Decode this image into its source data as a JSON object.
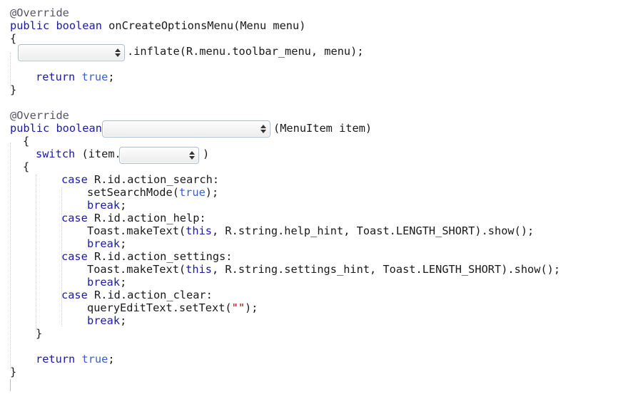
{
  "editor": {
    "l1": "@Override",
    "l2_kw": "public boolean",
    "l2_rest": " onCreateOptionsMenu(Menu menu)",
    "l3": "{",
    "l4_rest": ".inflate(R.menu.toolbar_menu, menu);",
    "l6_kw": "return",
    "l6_val": "true",
    "l6_end": ";",
    "l7": "}",
    "l9": "@Override",
    "l10_kw": "public boolean",
    "l10_rest": "(MenuItem item)",
    "l11": "{",
    "l12_kw": "switch",
    "l12_rest": " (item.",
    "l12_end": ")",
    "l13": "{",
    "l14_kw": "case",
    "l14_rest": " R.id.action_search:",
    "l15_a": "setSearchMode(",
    "l15_val": "true",
    "l15_b": ");",
    "l16": "break",
    "l16_end": ";",
    "l17_kw": "case",
    "l17_rest": " R.id.action_help:",
    "l18_a": "Toast.makeText(",
    "l18_kw": "this",
    "l18_b": ", R.string.help_hint, Toast.LENGTH_SHORT).show();",
    "l19": "break",
    "l19_end": ";",
    "l20_kw": "case",
    "l20_rest": " R.id.action_settings:",
    "l21_a": "Toast.makeText(",
    "l21_kw": "this",
    "l21_b": ", R.string.settings_hint, Toast.LENGTH_SHORT).show();",
    "l22": "break",
    "l22_end": ";",
    "l23_kw": "case",
    "l23_rest": " R.id.action_clear:",
    "l24_a": "queryEditText.setText(",
    "l24_str": "\"\"",
    "l24_b": ");",
    "l25": "break",
    "l25_end": ";",
    "l26": "}",
    "l28_kw": "return",
    "l28_val": "true",
    "l28_end": ";",
    "l29": "}"
  },
  "dropdowns": {
    "inflater_select": {
      "selected": ""
    },
    "method_select": {
      "selected": ""
    },
    "item_select": {
      "selected": ""
    }
  },
  "colors": {
    "keyword": "#1a1aa6",
    "literal": "#3a5fcd",
    "annotation": "#555566"
  }
}
